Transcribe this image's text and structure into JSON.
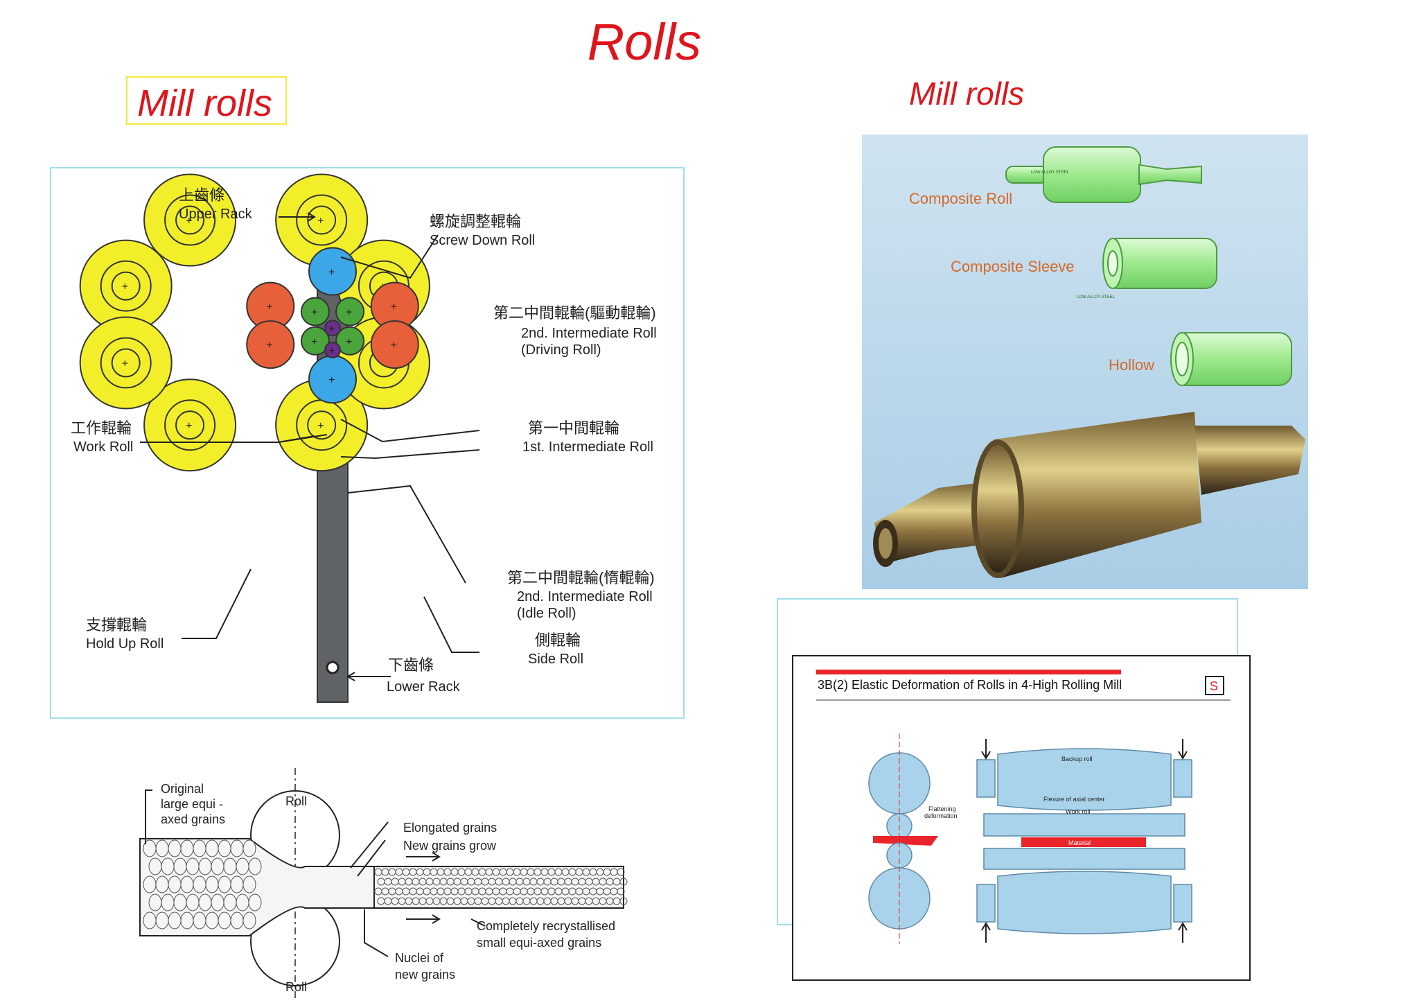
{
  "title": "Rolls",
  "left_heading": "Mill rolls",
  "right_heading": "Mill rolls",
  "cluster_mill": {
    "labels": {
      "upper_rack_cn": "上齒條",
      "upper_rack_en": "Upper Rack",
      "screw_down_cn": "螺旋調整輥輪",
      "screw_down_en": "Screw Down Roll",
      "second_drive_cn": "第二中間輥輪(驅動輥輪)",
      "second_drive_en1": "2nd. Intermediate Roll",
      "second_drive_en2": "(Driving Roll)",
      "first_inter_cn": "第一中間輥輪",
      "first_inter_en": "1st. Intermediate Roll",
      "work_roll_cn": "工作輥輪",
      "work_roll_en": "Work Roll",
      "second_idle_cn": "第二中間輥輪(惰輥輪)",
      "second_idle_en1": "2nd. Intermediate Roll",
      "second_idle_en2": "(Idle Roll)",
      "hold_up_cn": "支撐輥輪",
      "hold_up_en": "Hold Up Roll",
      "side_roll_cn": "側輥輪",
      "side_roll_en": "Side Roll",
      "lower_rack_cn": "下齒條",
      "lower_rack_en": "Lower Rack"
    }
  },
  "roll_types": {
    "composite_roll": "Composite Roll",
    "composite_sleeve": "Composite Sleeve",
    "hollow": "Hollow",
    "low_alloy_steel": "LOW ALLOY STEEL"
  },
  "recrystallisation": {
    "original": "Original",
    "original2": "large equi -",
    "original3": "axed grains",
    "roll_top": "Roll",
    "roll_bottom": "Roll",
    "elongated": "Elongated grains",
    "new_grains": "New grains grow",
    "completely": "Completely recrystallised",
    "small": "small equi-axed grains",
    "nuclei": "Nuclei of",
    "nuclei2": "new grains"
  },
  "elastic_deformation": {
    "title": "3B(2)  Elastic Deformation of Rolls in 4-High Rolling Mill",
    "logo": "S",
    "backup": "Backup roll",
    "flexure": "Flexure of axial center",
    "work": "Work roll",
    "material": "Material",
    "flattening": "Flattening",
    "deformation": "deformation"
  },
  "colors": {
    "title_red": "#e0141b",
    "yellow_roll": "#f2ef2a",
    "orange_roll": "#e8603a",
    "blue_roll": "#3ba7e6",
    "green_roll": "#4aa63c",
    "purple_roll": "#6a2f8a",
    "light_blue": "#a9d3ea"
  }
}
